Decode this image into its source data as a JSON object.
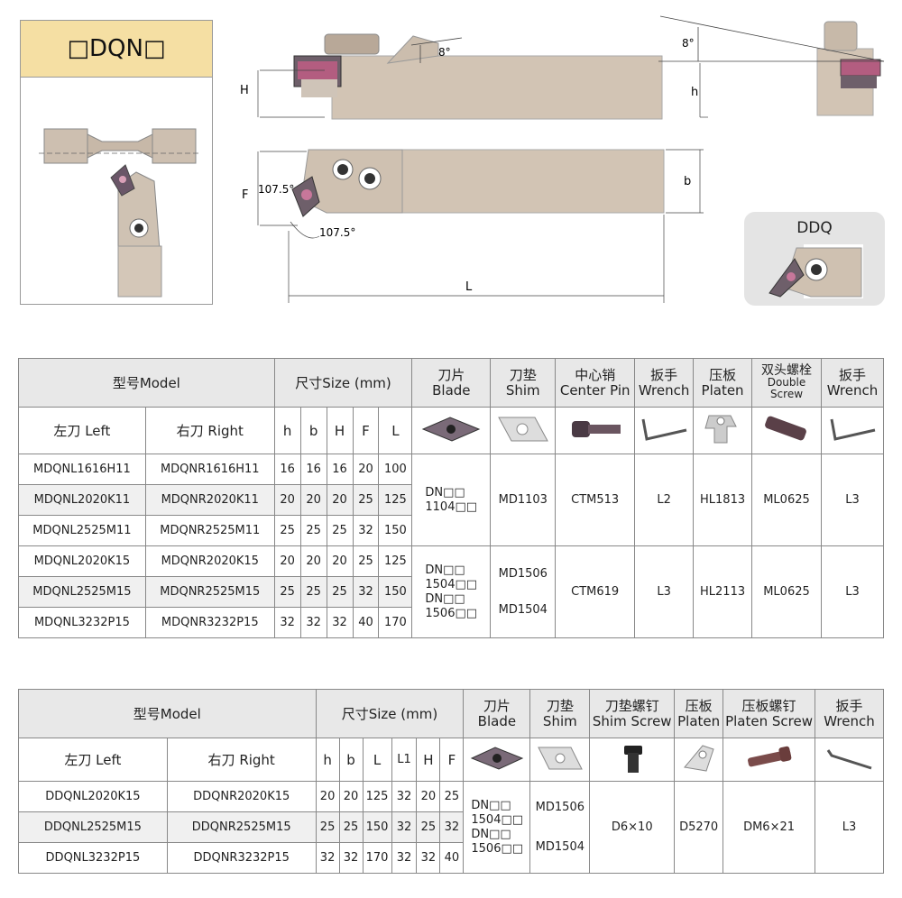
{
  "title": "□DQN□",
  "ddq_label": "DDQ",
  "drawing": {
    "angle_top": "8°",
    "angle_side": "8°",
    "angle_left": "107.5°",
    "angle_bottom": "107.5°",
    "dim_H": "H",
    "dim_h": "h",
    "dim_F": "F",
    "dim_b": "b",
    "dim_L": "L"
  },
  "table1": {
    "header": {
      "model": "型号Model",
      "size": "尺寸Size (mm)",
      "blade": [
        "刀片",
        "Blade"
      ],
      "shim": [
        "刀垫",
        "Shim"
      ],
      "center_pin": [
        "中心销",
        "Center Pin"
      ],
      "wrench": [
        "扳手",
        "Wrench"
      ],
      "platen": [
        "压板",
        "Platen"
      ],
      "double_screw": [
        "双头螺栓",
        "Double",
        "Screw"
      ],
      "wrench2": [
        "扳手",
        "Wrench"
      ]
    },
    "sub": {
      "left": "左刀 Left",
      "right": "右刀 Right",
      "h": "h",
      "b": "b",
      "H": "H",
      "F": "F",
      "L": "L"
    },
    "rows": [
      [
        "MDQNL1616H11",
        "MDQNR1616H11",
        "16",
        "16",
        "16",
        "20",
        "100"
      ],
      [
        "MDQNL2020K11",
        "MDQNR2020K11",
        "20",
        "20",
        "20",
        "25",
        "125"
      ],
      [
        "MDQNL2525M11",
        "MDQNR2525M11",
        "25",
        "25",
        "25",
        "32",
        "150"
      ],
      [
        "MDQNL2020K15",
        "MDQNR2020K15",
        "20",
        "20",
        "20",
        "25",
        "125"
      ],
      [
        "MDQNL2525M15",
        "MDQNR2525M15",
        "25",
        "25",
        "25",
        "32",
        "150"
      ],
      [
        "MDQNL3232P15",
        "MDQNR3232P15",
        "32",
        "32",
        "32",
        "40",
        "170"
      ]
    ],
    "group1": {
      "blade": [
        "DN□□",
        "1104□□"
      ],
      "shim": "MD1103",
      "pin": "CTM513",
      "wrench": "L2",
      "platen": "HL1813",
      "screw": "ML0625",
      "wrench2": "L3"
    },
    "group2": {
      "blade1": [
        "DN□□",
        "1504□□"
      ],
      "blade2": [
        "DN□□",
        "1506□□"
      ],
      "shim1": "MD1506",
      "shim2": "MD1504",
      "pin": "CTM619",
      "wrench": "L3",
      "platen": "HL2113",
      "screw": "ML0625",
      "wrench2": "L3"
    }
  },
  "table2": {
    "header": {
      "model": "型号Model",
      "size": "尺寸Size (mm)",
      "blade": [
        "刀片",
        "Blade"
      ],
      "shim": [
        "刀垫",
        "Shim"
      ],
      "shim_screw": [
        "刀垫螺钉",
        "Shim Screw"
      ],
      "platen": [
        "压板",
        "Platen"
      ],
      "platen_screw": [
        "压板螺钉",
        "Platen Screw"
      ],
      "wrench": [
        "扳手",
        "Wrench"
      ]
    },
    "sub": {
      "left": "左刀 Left",
      "right": "右刀 Right",
      "h": "h",
      "b": "b",
      "L": "L",
      "L1": "L1",
      "H": "H",
      "F": "F"
    },
    "rows": [
      [
        "DDQNL2020K15",
        "DDQNR2020K15",
        "20",
        "20",
        "125",
        "32",
        "20",
        "25"
      ],
      [
        "DDQNL2525M15",
        "DDQNR2525M15",
        "25",
        "25",
        "150",
        "32",
        "25",
        "32"
      ],
      [
        "DDQNL3232P15",
        "DDQNR3232P15",
        "32",
        "32",
        "170",
        "32",
        "32",
        "40"
      ]
    ],
    "group": {
      "blade1": [
        "DN□□",
        "1504□□"
      ],
      "blade2": [
        "DN□□",
        "1506□□"
      ],
      "shim1": "MD1506",
      "shim2": "MD1504",
      "shim_screw": "D6×10",
      "platen": "D5270",
      "platen_screw": "DM6×21",
      "wrench": "L3"
    }
  }
}
